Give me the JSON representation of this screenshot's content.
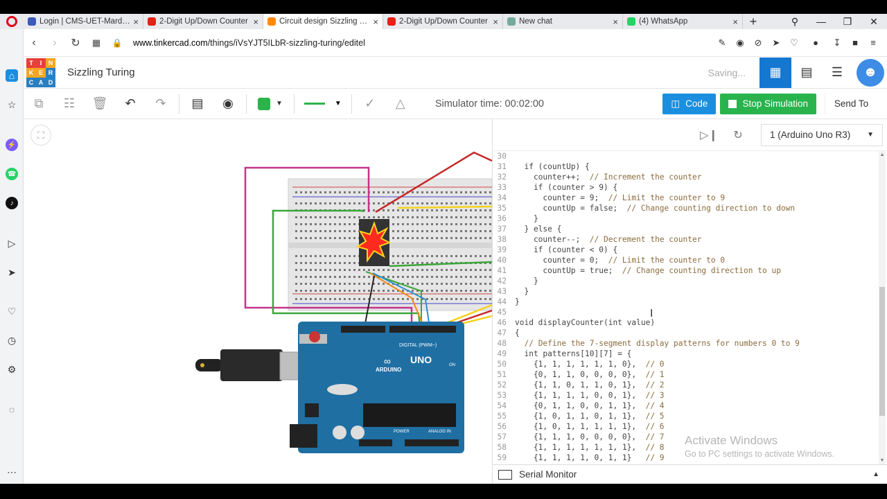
{
  "browser": {
    "tabs": [
      {
        "title": "Login | CMS-UET-Mardan",
        "color": "#3a5bb8",
        "active": false
      },
      {
        "title": "2-Digit Up/Down Counter",
        "color": "#e62117",
        "active": false
      },
      {
        "title": "Circuit design Sizzling Turing",
        "color": "#ff8a00",
        "active": true
      },
      {
        "title": "2-Digit Up/Down Counter",
        "color": "#e62117",
        "active": false
      },
      {
        "title": "New chat",
        "color": "#74aa9c",
        "active": false
      },
      {
        "title": "(4) WhatsApp",
        "color": "#25d366",
        "active": false
      }
    ],
    "url_host": "www.tinkercad.com",
    "url_path": "/things/iVsYJT5ILbR-sizzling-turing/editel"
  },
  "app": {
    "logo_letters": [
      "T",
      "I",
      "N",
      "K",
      "E",
      "R",
      "C",
      "A",
      "D"
    ],
    "logo_colors": [
      "#e73f3a",
      "#e73f3a",
      "#f5a623",
      "#f5a623",
      "#f5a623",
      "#2a7fc1",
      "#2a7fc1",
      "#2a7fc1",
      "#2a7fc1"
    ],
    "project_title": "Sizzling Turing",
    "save_status": "Saving..."
  },
  "toolbar": {
    "simulator_time": "Simulator time: 00:02:00",
    "code_label": "Code",
    "stop_label": "Stop Simulation",
    "send_label": "Send To",
    "wire_color": "#2cb34a"
  },
  "code_panel": {
    "device": "1 (Arduino Uno R3)",
    "serial_monitor": "Serial Monitor",
    "lines": [
      {
        "n": "30",
        "code": "",
        "comment": ""
      },
      {
        "n": "31",
        "code": "  if (countUp) {",
        "comment": ""
      },
      {
        "n": "32",
        "code": "    counter++;  ",
        "comment": "// Increment the counter"
      },
      {
        "n": "33",
        "code": "    if (counter > 9) {",
        "comment": ""
      },
      {
        "n": "34",
        "code": "      counter = 9;  ",
        "comment": "// Limit the counter to 9"
      },
      {
        "n": "35",
        "code": "      countUp = false;  ",
        "comment": "// Change counting direction to down"
      },
      {
        "n": "36",
        "code": "    }",
        "comment": ""
      },
      {
        "n": "37",
        "code": "  } else {",
        "comment": ""
      },
      {
        "n": "38",
        "code": "    counter--;  ",
        "comment": "// Decrement the counter"
      },
      {
        "n": "39",
        "code": "    if (counter < 0) {",
        "comment": ""
      },
      {
        "n": "40",
        "code": "      counter = 0;  ",
        "comment": "// Limit the counter to 0"
      },
      {
        "n": "41",
        "code": "      countUp = true;  ",
        "comment": "// Change counting direction to up"
      },
      {
        "n": "42",
        "code": "    }",
        "comment": ""
      },
      {
        "n": "43",
        "code": "  }",
        "comment": ""
      },
      {
        "n": "44",
        "code": "}",
        "comment": ""
      },
      {
        "n": "45",
        "code": "",
        "comment": ""
      },
      {
        "n": "46",
        "code": "void displayCounter(int value)",
        "comment": ""
      },
      {
        "n": "47",
        "code": "{",
        "comment": ""
      },
      {
        "n": "48",
        "code": "  ",
        "comment": "// Define the 7-segment display patterns for numbers 0 to 9"
      },
      {
        "n": "49",
        "code": "  int patterns[10][7] = {",
        "comment": ""
      },
      {
        "n": "50",
        "code": "    {1, 1, 1, 1, 1, 1, 0},  ",
        "comment": "// 0"
      },
      {
        "n": "51",
        "code": "    {0, 1, 1, 0, 0, 0, 0},  ",
        "comment": "// 1"
      },
      {
        "n": "52",
        "code": "    {1, 1, 0, 1, 1, 0, 1},  ",
        "comment": "// 2"
      },
      {
        "n": "53",
        "code": "    {1, 1, 1, 1, 0, 0, 1},  ",
        "comment": "// 3"
      },
      {
        "n": "54",
        "code": "    {0, 1, 1, 0, 0, 1, 1},  ",
        "comment": "// 4"
      },
      {
        "n": "55",
        "code": "    {1, 0, 1, 1, 0, 1, 1},  ",
        "comment": "// 5"
      },
      {
        "n": "56",
        "code": "    {1, 0, 1, 1, 1, 1, 1},  ",
        "comment": "// 6"
      },
      {
        "n": "57",
        "code": "    {1, 1, 1, 0, 0, 0, 0},  ",
        "comment": "// 7"
      },
      {
        "n": "58",
        "code": "    {1, 1, 1, 1, 1, 1, 1},  ",
        "comment": "// 8"
      },
      {
        "n": "59",
        "code": "    {1, 1, 1, 1, 0, 1, 1}   ",
        "comment": "// 9"
      }
    ]
  },
  "board": {
    "uno_text": "UNO",
    "arduino_text": "ARDUINO",
    "digital_text": "DIGITAL (PWM~)",
    "power_text": "POWER",
    "analog_text": "ANALOG IN",
    "on_text": "ON"
  },
  "watermark": {
    "line1": "Activate Windows",
    "line2": "Go to PC settings to activate Windows."
  }
}
